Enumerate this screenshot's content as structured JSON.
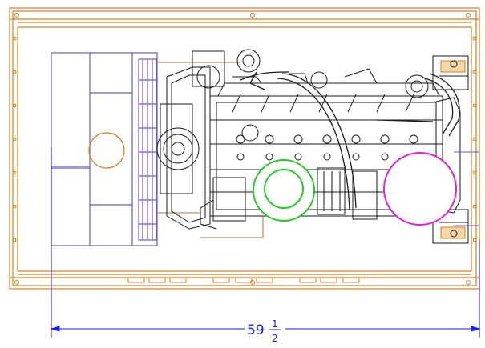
{
  "dimension": {
    "whole": "59",
    "numerator": "1",
    "denominator": "2"
  },
  "colors": {
    "frame": "#e07b1a",
    "radiator": "#6a5acd",
    "engine": "#1a1a1a",
    "dimension": "#1a1aff",
    "air_filter": "#22cc22",
    "exhaust": "#e020e0",
    "background": "#ffffff"
  }
}
